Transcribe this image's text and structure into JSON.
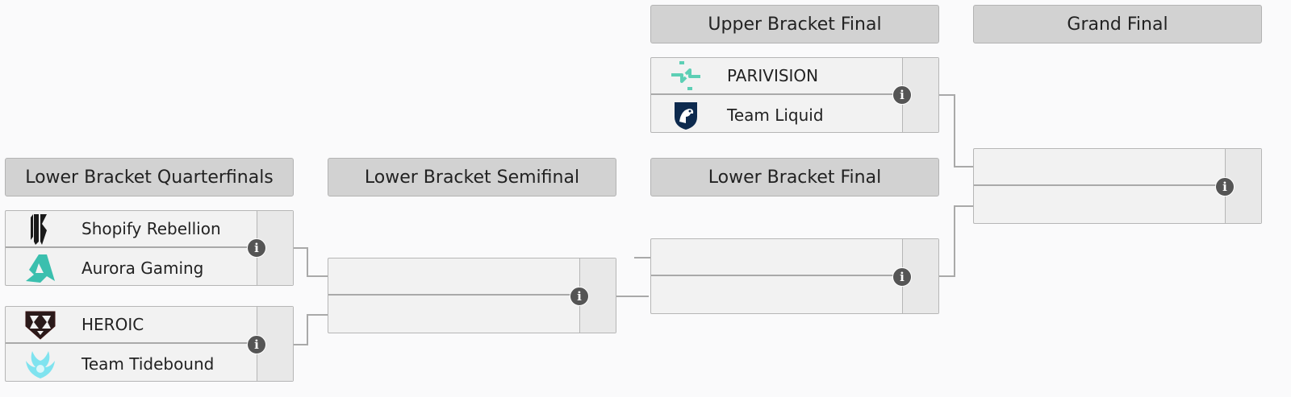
{
  "headers": {
    "lb_quarterfinals": "Lower Bracket Quarterfinals",
    "lb_semifinal": "Lower Bracket Semifinal",
    "ub_final": "Upper Bracket Final",
    "lb_final": "Lower Bracket Final",
    "grand_final": "Grand Final"
  },
  "matches": {
    "ub_final": {
      "team1": "PARIVISION",
      "team2": "Team Liquid",
      "info_icon": "i"
    },
    "lb_qf1": {
      "team1": "Shopify Rebellion",
      "team2": "Aurora Gaming",
      "info_icon": "i"
    },
    "lb_qf2": {
      "team1": "HEROIC",
      "team2": "Team Tidebound",
      "info_icon": "i"
    },
    "lb_semi": {
      "team1": "",
      "team2": "",
      "info_icon": "i"
    },
    "lb_final": {
      "team1": "",
      "team2": "",
      "info_icon": "i"
    },
    "grand_final": {
      "team1": "",
      "team2": "",
      "info_icon": "i"
    }
  },
  "colors": {
    "header_bg": "#d2d2d2",
    "match_bg": "#f2f2f2",
    "connector": "#a9a9a9",
    "info_icon_bg": "#555555",
    "parivision": "#5dcfb5",
    "liquid": "#0d2a4e",
    "aurora": "#3bbfae",
    "tidebound": "#7fe3ef"
  }
}
